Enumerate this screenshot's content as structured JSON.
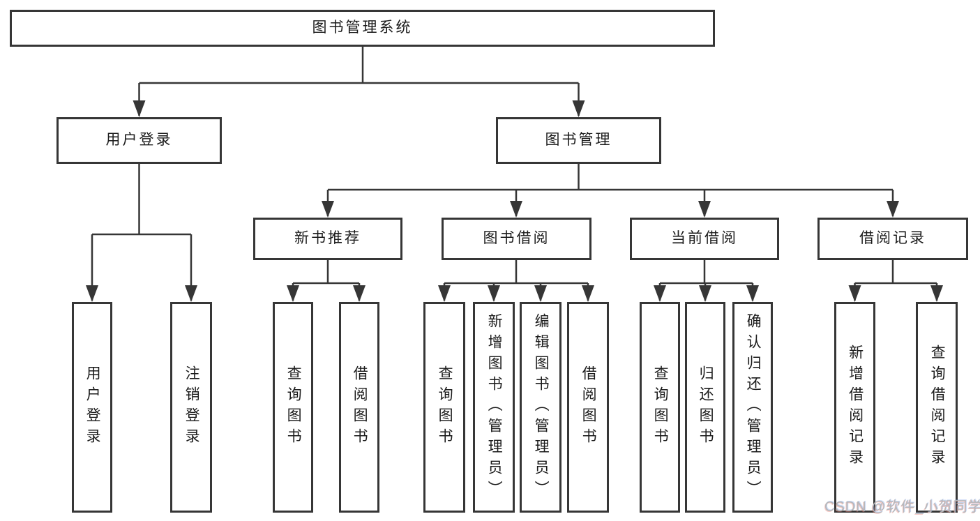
{
  "diagram": {
    "root": {
      "label": "图书管理系统"
    },
    "level2": [
      {
        "id": "user-login",
        "label": "用户登录"
      },
      {
        "id": "book-management",
        "label": "图书管理"
      }
    ],
    "level3": [
      {
        "id": "new-book-recommend",
        "label": "新书推荐",
        "parent": "book-management"
      },
      {
        "id": "book-borrowing",
        "label": "图书借阅",
        "parent": "book-management"
      },
      {
        "id": "current-borrowing",
        "label": "当前借阅",
        "parent": "book-management"
      },
      {
        "id": "borrowing-records",
        "label": "借阅记录",
        "parent": "book-management"
      }
    ],
    "leaves": [
      {
        "id": "leaf-user-login",
        "label": "用户登录",
        "parent": "user-login"
      },
      {
        "id": "leaf-logout-login",
        "label": "注销登录",
        "parent": "user-login"
      },
      {
        "id": "leaf-query-books-1",
        "label": "查询图书",
        "parent": "new-book-recommend"
      },
      {
        "id": "leaf-borrow-books-1",
        "label": "借阅图书",
        "parent": "new-book-recommend"
      },
      {
        "id": "leaf-query-books-2",
        "label": "查询图书",
        "parent": "book-borrowing"
      },
      {
        "id": "leaf-add-book-admin",
        "label": "新增图书（管理员）",
        "parent": "book-borrowing"
      },
      {
        "id": "leaf-edit-book-admin",
        "label": "编辑图书（管理员）",
        "parent": "book-borrowing"
      },
      {
        "id": "leaf-borrow-books-2",
        "label": "借阅图书",
        "parent": "book-borrowing"
      },
      {
        "id": "leaf-query-books-3",
        "label": "查询图书",
        "parent": "current-borrowing"
      },
      {
        "id": "leaf-return-book",
        "label": "归还图书",
        "parent": "current-borrowing"
      },
      {
        "id": "leaf-confirm-return-admin",
        "label": "确认归还（管理员）",
        "parent": "current-borrowing"
      },
      {
        "id": "leaf-add-borrow-record",
        "label": "新增借阅记录",
        "parent": "borrowing-records"
      },
      {
        "id": "leaf-query-borrow-record",
        "label": "查询借阅记录",
        "parent": "borrowing-records"
      }
    ]
  },
  "watermark": {
    "text": "CSDN @软件_小贺同学"
  },
  "colors": {
    "line": "#363636",
    "box_border": "#363636",
    "box_fill": "#ffffff",
    "text": "#1b1b1b",
    "watermark": "#b5b8bb",
    "background": "#ffffff"
  }
}
